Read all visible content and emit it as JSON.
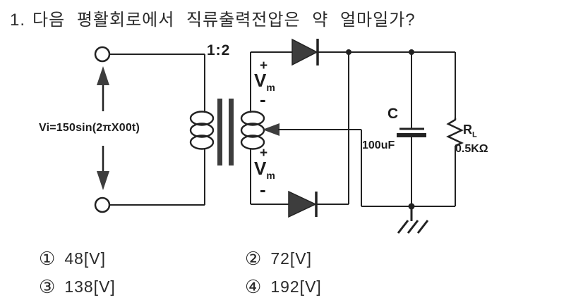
{
  "question": {
    "number": "1.",
    "text": "다음 평활회로에서 직류출력전압은 약 얼마일가?"
  },
  "circuit": {
    "source_label": "Vi=150sin(2πX00t)",
    "turns_ratio": "1:2",
    "vm_top": {
      "plus": "+",
      "v": "V",
      "sub": "m",
      "minus": "-"
    },
    "vm_bottom": {
      "plus": "+",
      "v": "V",
      "sub": "m",
      "minus": "-"
    },
    "capacitor": {
      "name": "C",
      "value": "100uF"
    },
    "load": {
      "name": "R",
      "sub": "L",
      "value": "0.5KΩ"
    },
    "ink_color": "#222222",
    "fill_color": "#3d3d3d"
  },
  "options": [
    {
      "marker": "①",
      "label": "48[V]"
    },
    {
      "marker": "②",
      "label": "72[V]"
    },
    {
      "marker": "③",
      "label": "138[V]"
    },
    {
      "marker": "④",
      "label": "192[V]"
    }
  ]
}
